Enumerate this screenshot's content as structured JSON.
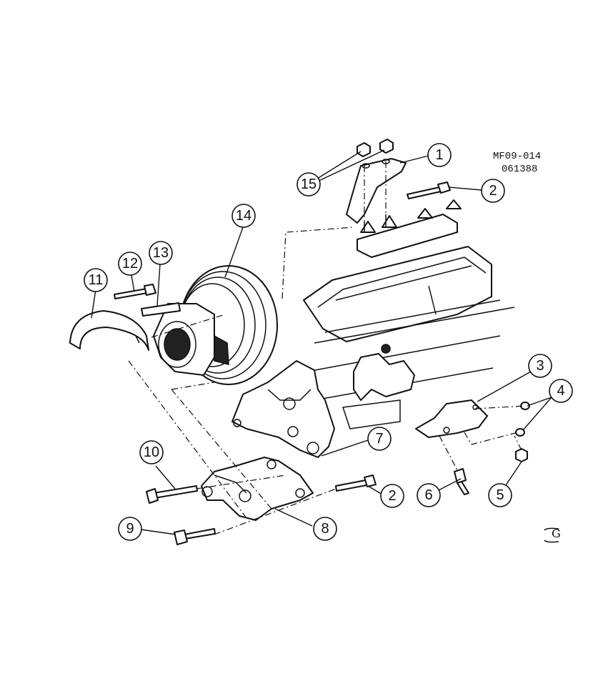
{
  "document": {
    "code_line1": "MF09-014",
    "code_line2": "061388",
    "corner_mark": "G"
  },
  "callouts": [
    {
      "id": "c1",
      "label": "1"
    },
    {
      "id": "c2a",
      "label": "2"
    },
    {
      "id": "c2b",
      "label": "2"
    },
    {
      "id": "c3",
      "label": "3"
    },
    {
      "id": "c4",
      "label": "4"
    },
    {
      "id": "c5",
      "label": "5"
    },
    {
      "id": "c6",
      "label": "6"
    },
    {
      "id": "c7",
      "label": "7"
    },
    {
      "id": "c8",
      "label": "8"
    },
    {
      "id": "c9",
      "label": "9"
    },
    {
      "id": "c10",
      "label": "10"
    },
    {
      "id": "c11",
      "label": "11"
    },
    {
      "id": "c12",
      "label": "12"
    },
    {
      "id": "c13",
      "label": "13"
    },
    {
      "id": "c14",
      "label": "14"
    },
    {
      "id": "c15",
      "label": "15"
    }
  ]
}
